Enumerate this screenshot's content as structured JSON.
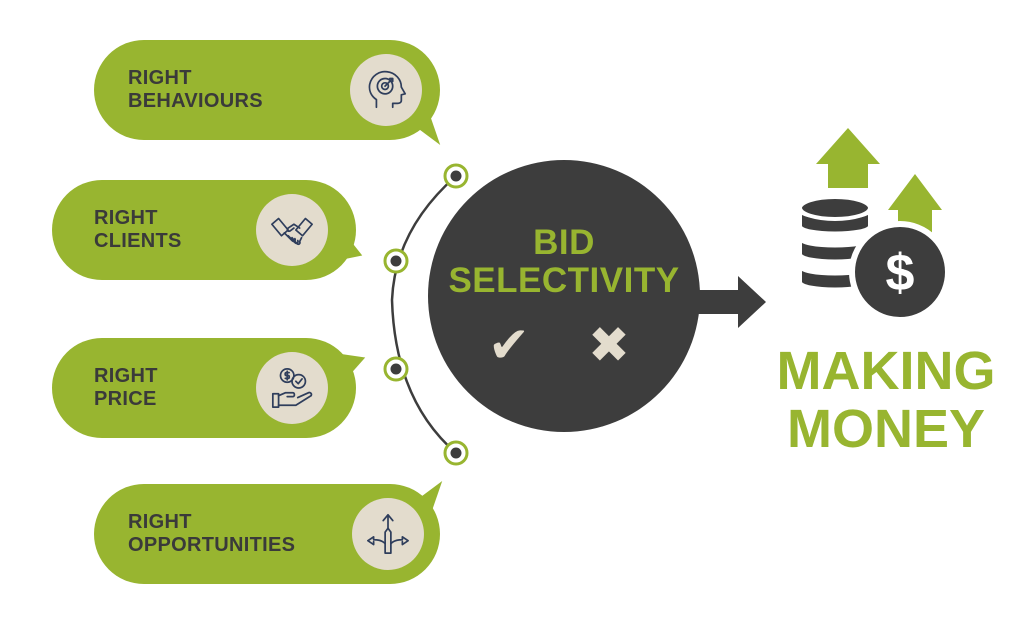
{
  "colors": {
    "green": "#98b530",
    "dark": "#3d3d3d",
    "beige": "#e3dccd",
    "navy": "#2f3e5c"
  },
  "factors": [
    {
      "lines": [
        "RIGHT",
        "BEHAVIOURS"
      ],
      "icon": "head-with-target-icon"
    },
    {
      "lines": [
        "RIGHT",
        "CLIENTS"
      ],
      "icon": "handshake-icon"
    },
    {
      "lines": [
        "RIGHT",
        "PRICE"
      ],
      "icon": "hand-with-coins-icon"
    },
    {
      "lines": [
        "RIGHT",
        "OPPORTUNITIES"
      ],
      "icon": "diverging-arrows-icon"
    }
  ],
  "center": {
    "title_lines": [
      "BID",
      "SELECTIVITY"
    ],
    "accept_mark": "✔",
    "reject_mark": "✖"
  },
  "result": {
    "title_lines": [
      "MAKING",
      "MONEY"
    ],
    "icon": "coins-with-dollar-up-arrows-icon",
    "currency_symbol": "$"
  }
}
